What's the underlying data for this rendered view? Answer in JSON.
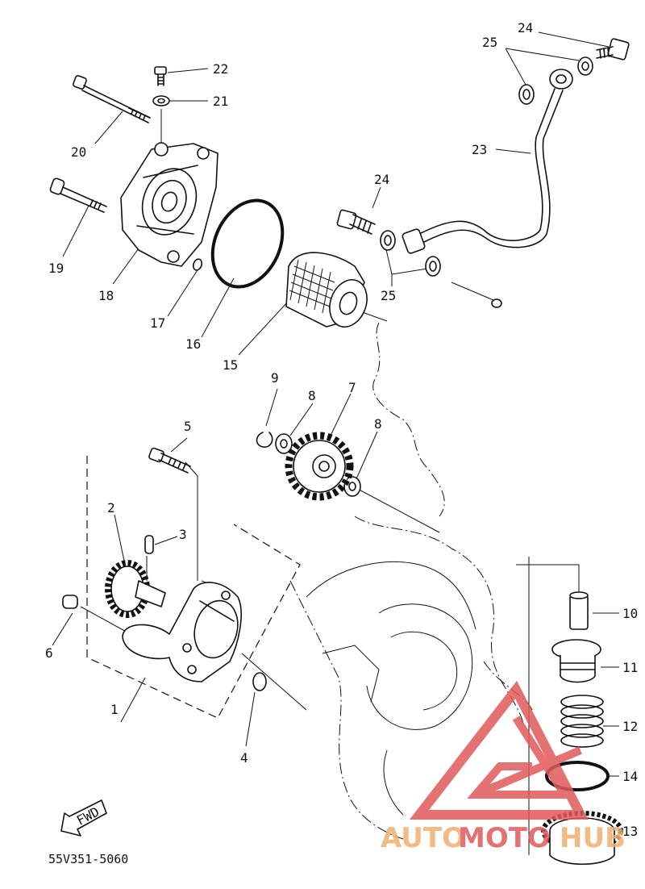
{
  "diagram": {
    "drawing_code": "55V351-5060",
    "fwd_label": "FWD",
    "watermark": {
      "text_a": "AUTO",
      "text_b": "MOTO",
      "text_c": "HUB",
      "color_orange": "#f0b070",
      "color_red": "#e05a5a"
    },
    "callouts": {
      "c1": "1",
      "c2": "2",
      "c3": "3",
      "c4": "4",
      "c5": "5",
      "c6": "6",
      "c7": "7",
      "c8a": "8",
      "c8b": "8",
      "c9": "9",
      "c10": "10",
      "c11": "11",
      "c12": "12",
      "c13": "13",
      "c14": "14",
      "c15": "15",
      "c16": "16",
      "c17": "17",
      "c18": "18",
      "c19": "19",
      "c20": "20",
      "c21": "21",
      "c22": "22",
      "c23": "23",
      "c24a": "24",
      "c24b": "24",
      "c25a": "25",
      "c25b": "25"
    }
  }
}
